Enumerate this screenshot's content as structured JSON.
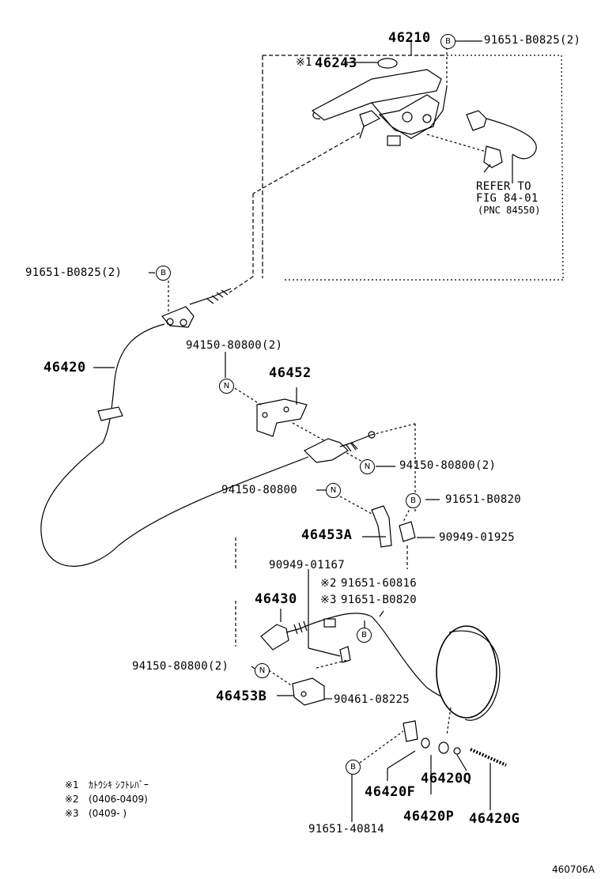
{
  "diagram_id": "460706A",
  "badges": {
    "B": "B",
    "N": "N"
  },
  "parts": {
    "p46210": "46210",
    "p46243_mark": "※1",
    "p46243": "46243",
    "p46420": "46420",
    "p46452": "46452",
    "p46453A": "46453A",
    "p46430": "46430",
    "p46453B": "46453B",
    "p46420F": "46420F",
    "p46420Q": "46420Q",
    "p46420P": "46420P",
    "p46420G": "46420G"
  },
  "fasteners": {
    "f1": "91651-B0825(2)",
    "f2": "91651-B0825(2)",
    "f3": "94150-80800(2)",
    "f4": "94150-80800(2)",
    "f5": "94150-80800",
    "f6": "91651-B0820",
    "f7": "90949-01925",
    "f8": "90949-01167",
    "f9_mark": "※2",
    "f9": "91651-60816",
    "f10_mark": "※3",
    "f10": "91651-B0820",
    "f11": "94150-80800(2)",
    "f12": "90461-08225",
    "f13": "91651-40814"
  },
  "refer": {
    "line1": "REFER TO",
    "line2": "FIG 84-01",
    "line3": "(PNC 84550)"
  },
  "notes": [
    {
      "mark": "※1",
      "text": "ｶﾄｳｼｷ ｼﾌﾄﾚﾊﾞｰ"
    },
    {
      "mark": "※2",
      "text": "(0406-0409)"
    },
    {
      "mark": "※3",
      "text": "(0409-      )"
    }
  ]
}
